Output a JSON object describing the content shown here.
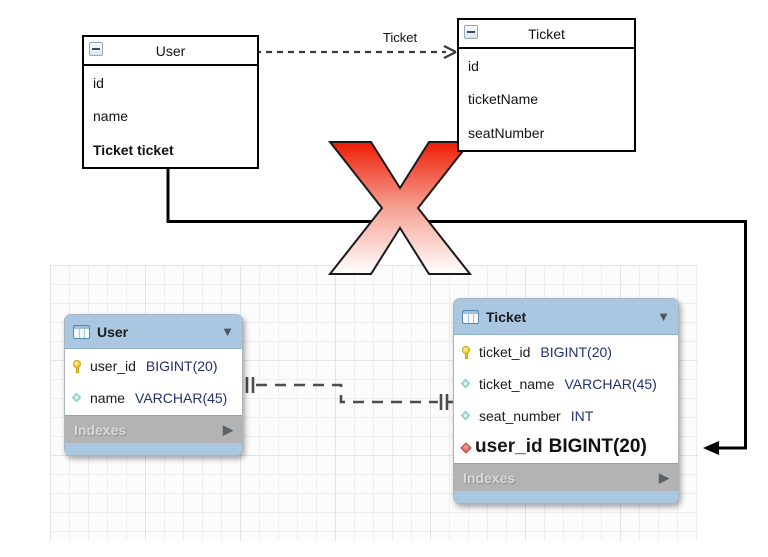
{
  "uml": {
    "user_class": {
      "title": "User",
      "fields": [
        {
          "text": "id",
          "style": ""
        },
        {
          "text": "name",
          "style": ""
        },
        {
          "text": "Ticket ticket",
          "style": "bold"
        }
      ]
    },
    "ticket_class": {
      "title": "Ticket",
      "fields": [
        {
          "text": "id",
          "style": ""
        },
        {
          "text": "ticketName",
          "style": ""
        },
        {
          "text": "seatNumber",
          "style": ""
        }
      ]
    },
    "dependency_arrow_label": "Ticket"
  },
  "erd": {
    "user_table": {
      "title": "User",
      "columns": [
        {
          "icon": "key",
          "name": "user_id",
          "type": "BIGINT(20)",
          "size": ""
        },
        {
          "icon": "diamond",
          "name": "name",
          "type": "VARCHAR(45)",
          "size": ""
        }
      ],
      "footer": "Indexes"
    },
    "ticket_table": {
      "title": "Ticket",
      "columns": [
        {
          "icon": "key",
          "name": "ticket_id",
          "type": "BIGINT(20)",
          "size": ""
        },
        {
          "icon": "diamond",
          "name": "ticket_name",
          "type": "VARCHAR(45)",
          "size": ""
        },
        {
          "icon": "diamond",
          "name": "seat_number",
          "type": "INT",
          "size": ""
        },
        {
          "icon": "diamond-red",
          "name": "user_id",
          "type": "BIGINT(20)",
          "size": "big"
        }
      ],
      "footer": "Indexes"
    }
  },
  "annotations": {
    "rejection_mark": "X"
  },
  "colors": {
    "table_header_blue": "#a9c7e0",
    "footer_gray": "#b3b3b3",
    "x_red_top": "#ee1c05",
    "x_bottom": "#ffffff",
    "key_yellow": "#f3c91e",
    "diamond_teal": "#8ed5cd",
    "diamond_red": "#d9534a"
  }
}
